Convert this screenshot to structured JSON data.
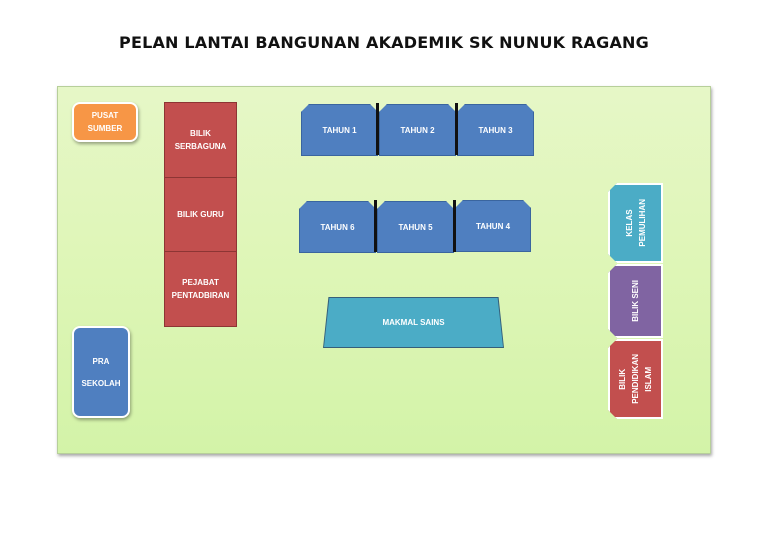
{
  "title": "PELAN LANTAI BANGUNAN AKADEMIK SK NUNUK RAGANG",
  "rooms": {
    "pusat_sumber": [
      "PUSAT",
      "SUMBER"
    ],
    "bilik_serbaguna": [
      "BILIK",
      "SERBAGUNA"
    ],
    "bilik_guru": "BILIK GURU",
    "pejabat": [
      "PEJABAT",
      "PENTADBIRAN"
    ],
    "pra_sekolah": [
      "PRA",
      "SEKOLAH"
    ],
    "tahun_1": "TAHUN 1",
    "tahun_2": "TAHUN 2",
    "tahun_3": "TAHUN 3",
    "tahun_4": "TAHUN 4",
    "tahun_5": "TAHUN 5",
    "tahun_6": "TAHUN 6",
    "makmal_sains": "MAKMAL SAINS",
    "kelas_pemulihan": [
      "KELAS",
      "PEMULIHAN"
    ],
    "bilik_seni": "BILIK SENI",
    "bilik_pendidikan_islam": [
      "BILIK",
      "PENDIDIKAN",
      "ISLAM"
    ]
  },
  "colors": {
    "blue": "#4f7fc0",
    "red": "#c24f4e",
    "orange": "#f79646",
    "teal": "#4bacc6",
    "purple": "#8064a2",
    "green_bg": "#dff6b8"
  }
}
